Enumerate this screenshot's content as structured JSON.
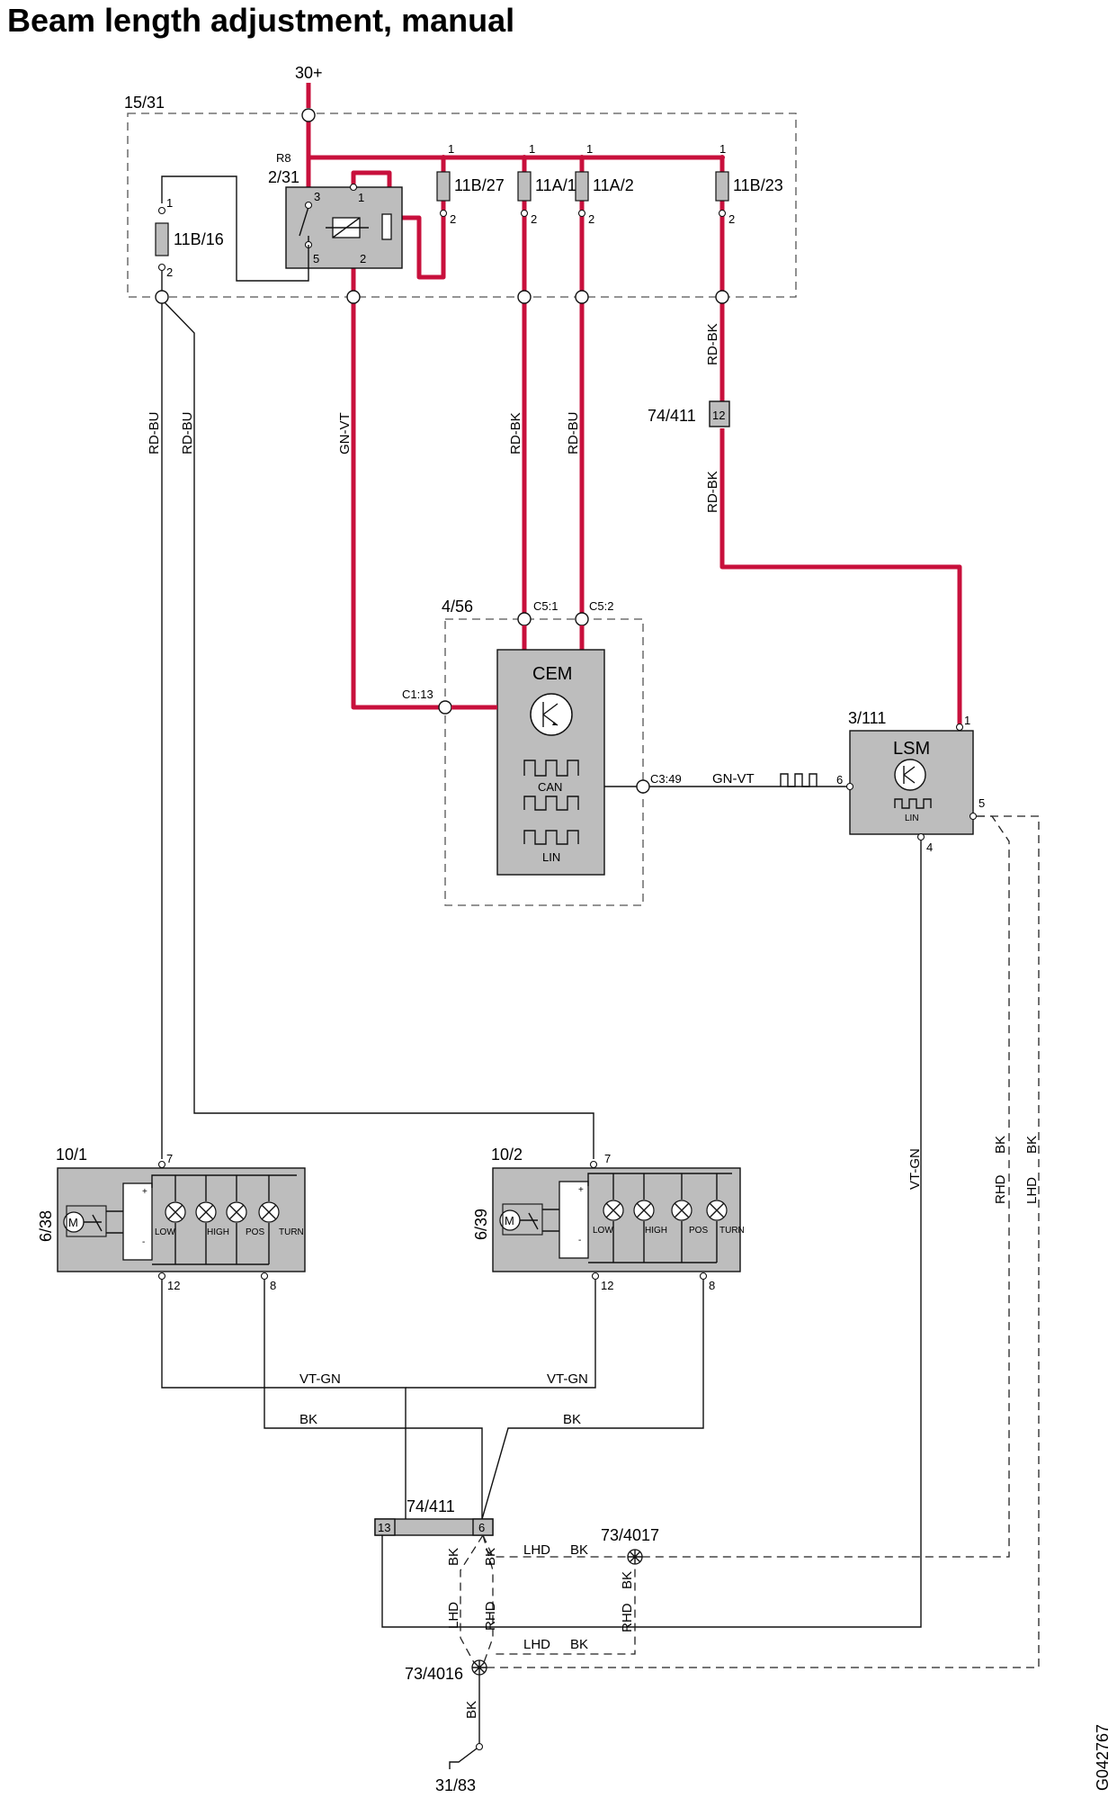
{
  "title": "Beam length adjustment, manual",
  "figure_id": "G042767",
  "supply": {
    "b30": "30+",
    "box": "15/31",
    "relay_code": "R8",
    "relay": "2/31",
    "ground": "31/83"
  },
  "relay_pins": {
    "p3": "3",
    "p1": "1",
    "p5": "5",
    "p2": "2"
  },
  "fuses": [
    {
      "name": "11B/16",
      "top": "1",
      "bottom": "2"
    },
    {
      "name": "11B/27",
      "top": "1",
      "bottom": "2"
    },
    {
      "name": "11A/1",
      "top": "1",
      "bottom": "2"
    },
    {
      "name": "11A/2",
      "top": "1",
      "bottom": "2"
    },
    {
      "name": "11B/23",
      "top": "1",
      "bottom": "2"
    }
  ],
  "wires": {
    "rd_bu": "RD-BU",
    "gn_vt": "GN-VT",
    "rd_bk": "RD-BK",
    "vt_gn": "VT-GN",
    "bk": "BK",
    "rhd": "RHD",
    "lhd": "LHD"
  },
  "connector_top": {
    "name": "74/411",
    "pin": "12"
  },
  "connector_bottom": {
    "name": "74/411",
    "pin_left": "13",
    "pin_right": "6"
  },
  "grounds": {
    "g1": "73/4017",
    "g2": "73/4016"
  },
  "cem": {
    "box": "4/56",
    "name": "CEM",
    "c5_1": "C5:1",
    "c5_2": "C5:2",
    "c1_13": "C1:13",
    "c3_49": "C3:49",
    "can": "CAN",
    "lin": "LIN"
  },
  "lsm": {
    "box": "3/111",
    "name": "LSM",
    "lin": "LIN",
    "p1": "1",
    "p4": "4",
    "p5": "5",
    "p6": "6"
  },
  "headlamp_left": {
    "code": "10/1",
    "motor": "6/38",
    "pin7": "7",
    "pin12": "12",
    "pin8": "8"
  },
  "headlamp_right": {
    "code": "10/2",
    "motor": "6/39",
    "pin7": "7",
    "pin12": "12",
    "pin8": "8"
  },
  "lamp_labels": {
    "motor": "M",
    "plus": "+",
    "minus": "-",
    "low": "LOW",
    "high": "HIGH",
    "pos": "POS",
    "turn": "TURN"
  }
}
